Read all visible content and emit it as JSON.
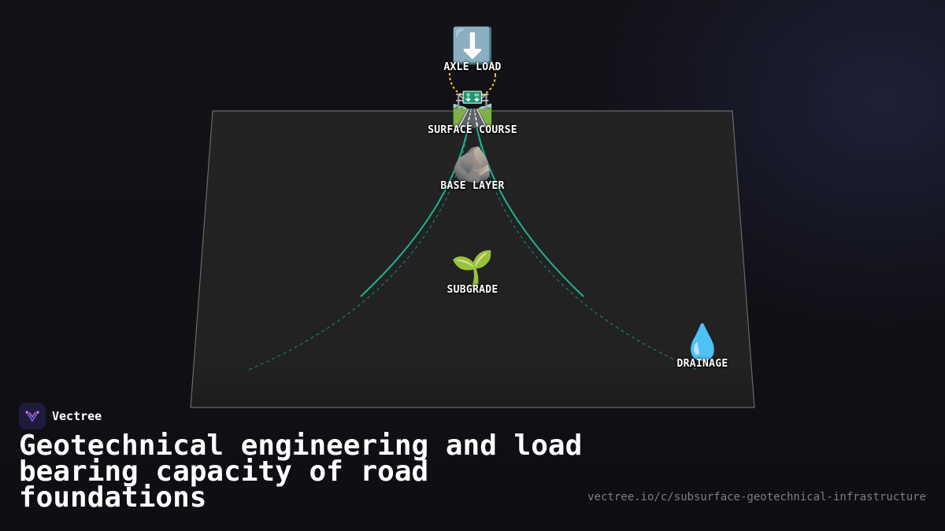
{
  "diagram": {
    "nodes": [
      {
        "id": "axle-load",
        "icon": "down-arrow-icon",
        "emoji": "⬇️",
        "label": "AXLE LOAD"
      },
      {
        "id": "surface-course",
        "icon": "motorway-icon",
        "emoji": "🛣️",
        "label": "SURFACE COURSE"
      },
      {
        "id": "base-layer",
        "icon": "rock-icon",
        "emoji": "🪨",
        "label": "BASE LAYER"
      },
      {
        "id": "subgrade",
        "icon": "seedling-icon",
        "emoji": "🌱",
        "label": "SUBGRADE"
      },
      {
        "id": "drainage",
        "icon": "droplet-icon",
        "emoji": "💧",
        "label": "DRAINAGE"
      }
    ],
    "colors": {
      "plane": "#222222",
      "plane_border": "#6a6a6a",
      "stress_curve": "#1fb393",
      "highlight_ring": "#f2c230"
    }
  },
  "brand": {
    "name": "Vectree",
    "logo_icon": "vectree-logo-icon"
  },
  "title": "Geotechnical engineering and load bearing capacity of road foundations",
  "url": "vectree.io/c/subsurface-geotechnical-infrastructure"
}
